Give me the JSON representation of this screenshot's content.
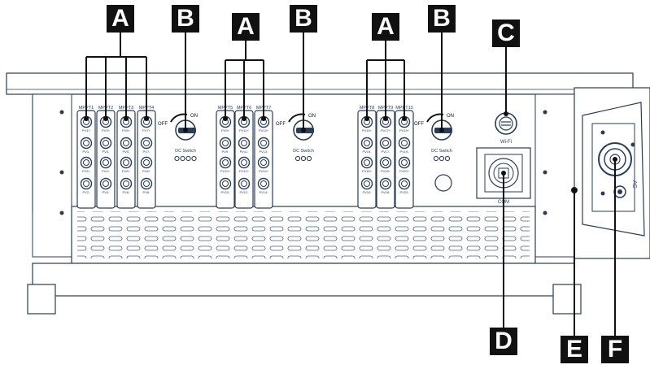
{
  "callouts": {
    "a1": "A",
    "b1": "B",
    "a2": "A",
    "b2": "B",
    "a3": "A",
    "b3": "B",
    "c": "C",
    "d": "D",
    "e": "E",
    "f": "F"
  },
  "mppt_labels": [
    "MPPT1",
    "MPPT2",
    "MPPT3",
    "MPPT4",
    "MPPT5",
    "MPPT6",
    "MPPT7",
    "MPPT8",
    "MPPT9",
    "MPPT10"
  ],
  "pv_labels": [
    [
      "PV1+",
      "PV1-",
      "PV2+",
      "PV2-"
    ],
    [
      "PV3+",
      "PV3-",
      "PV4+",
      "PV4-"
    ],
    [
      "PV5+",
      "PV5-",
      "PV6+",
      "PV6-"
    ],
    [
      "PV7+",
      "PV7-",
      "PV8+",
      "PV8-"
    ],
    [
      "PV9+",
      "PV9-",
      "PV10+",
      "PV10-"
    ],
    [
      "PV11+",
      "PV11-",
      "PV12+",
      "PV12-"
    ],
    [
      "PV13+",
      "PV13-",
      "PV14+",
      "PV14-"
    ],
    [
      "PV15+",
      "PV15-",
      "PV16+",
      "PV16-"
    ],
    [
      "PV17+",
      "PV17-",
      "PV18+",
      "PV18-"
    ],
    [
      "PV19+",
      "PV19-",
      "PV20+",
      "PV20-"
    ]
  ],
  "switch": {
    "on": "ON",
    "off": "OFF",
    "label": "DC Switch"
  },
  "wifi_label": "Wi-Fi",
  "com_label": "COM",
  "ac_label": "AC"
}
